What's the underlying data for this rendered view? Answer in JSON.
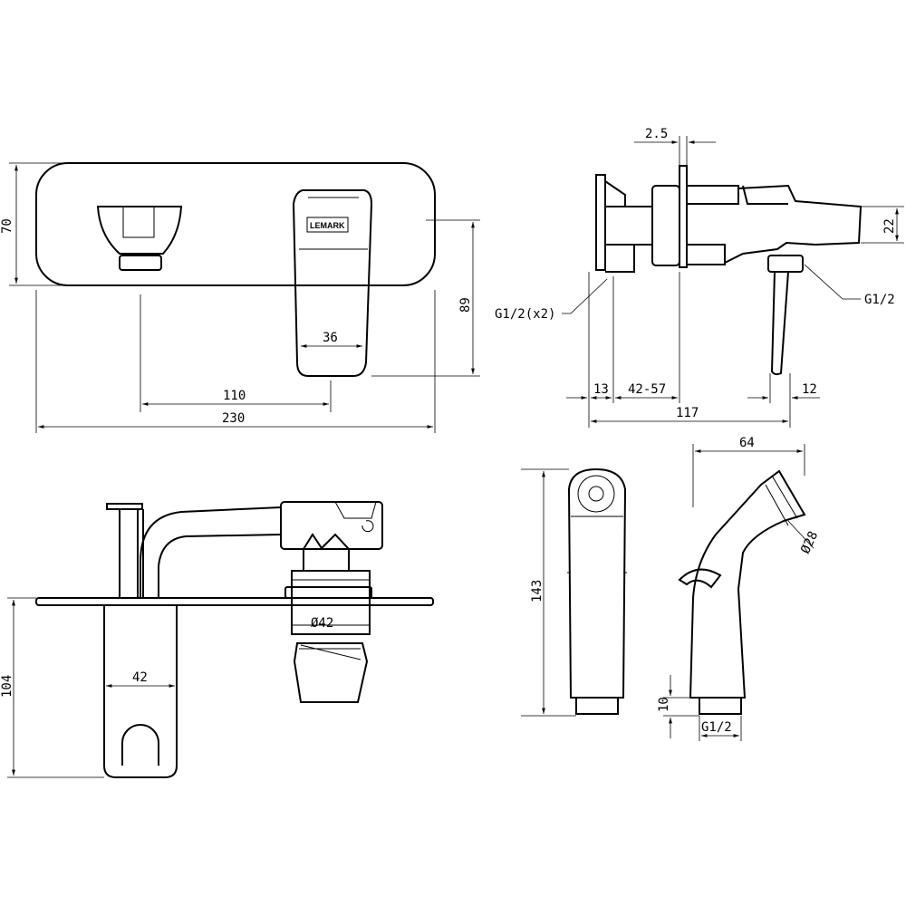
{
  "brand_logo": "LEMARK",
  "front_view": {
    "height": "70",
    "spout_drop": "89",
    "handle_width": "36",
    "center_distance": "110",
    "total_width": "230"
  },
  "side_view": {
    "plate_thickness": "2.5",
    "spout_height": "22",
    "inlet_label": "G1/2(x2)",
    "outlet_label": "G1/2",
    "plate_offset": "13",
    "wall_depth": "42-57",
    "spout_tip": "12",
    "total_depth": "117"
  },
  "top_view": {
    "holder_height": "104",
    "holder_width": "42",
    "cartridge_diameter": "Ø42"
  },
  "shower_head": {
    "width": "64",
    "nozzle_diameter": "Ø28",
    "length": "143",
    "thread_length": "10",
    "thread_label": "G1/2"
  },
  "colors": {
    "line": "#000000",
    "background": "#ffffff"
  }
}
